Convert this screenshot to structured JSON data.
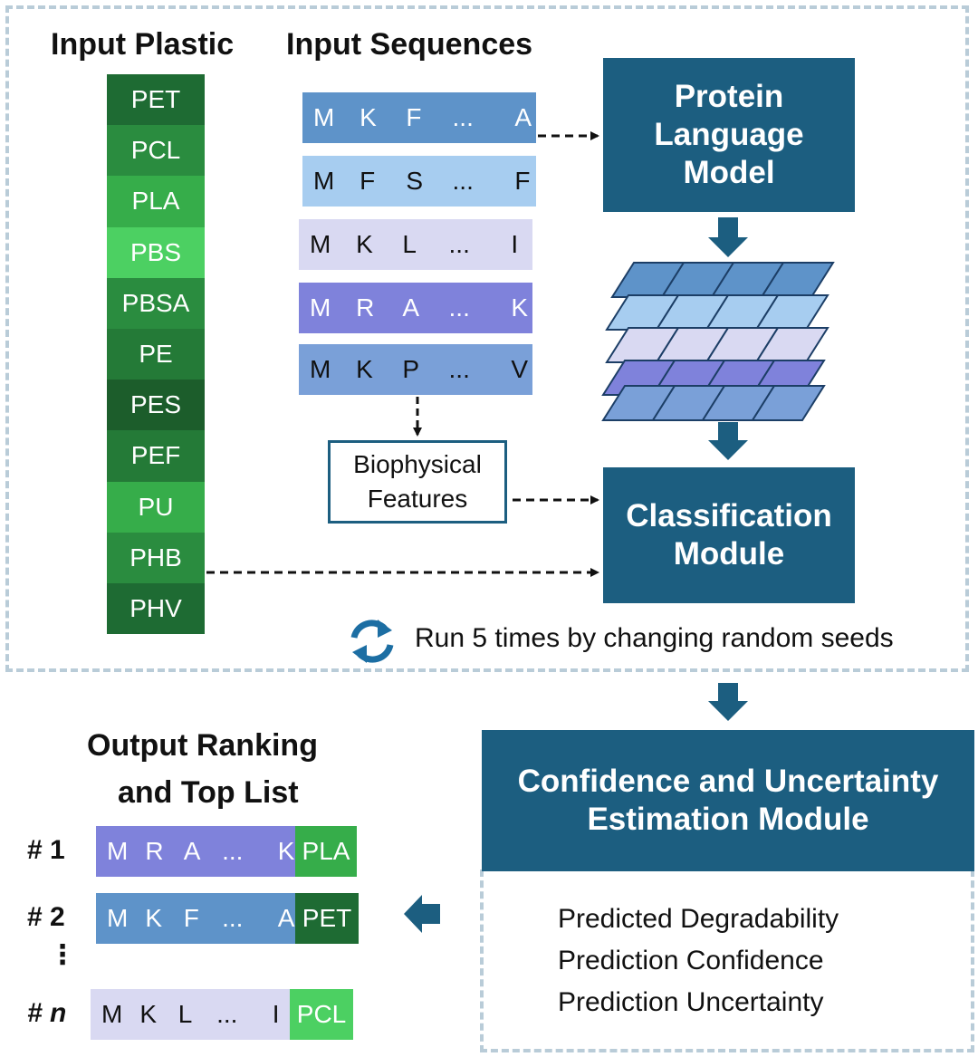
{
  "headings": {
    "input_plastic": "Input Plastic",
    "input_sequences": "Input Sequences",
    "output_ranking_line1": "Output Ranking",
    "output_ranking_line2": "and Top List"
  },
  "plastics": [
    {
      "label": "PET",
      "color": "#1e6b33"
    },
    {
      "label": "PCL",
      "color": "#2a8c3f"
    },
    {
      "label": "PLA",
      "color": "#36ad4a"
    },
    {
      "label": "PBS",
      "color": "#4cd062"
    },
    {
      "label": "PBSA",
      "color": "#2a8c3f"
    },
    {
      "label": "PE",
      "color": "#247a37"
    },
    {
      "label": "PES",
      "color": "#1c5d2b"
    },
    {
      "label": "PEF",
      "color": "#247a37"
    },
    {
      "label": "PU",
      "color": "#36ad4a"
    },
    {
      "label": "PHB",
      "color": "#2a8c3f"
    },
    {
      "label": "PHV",
      "color": "#1e6b33"
    }
  ],
  "sequences": [
    {
      "tokens": [
        "M",
        "K",
        "F",
        "...",
        "A"
      ],
      "color": "#5e93c9",
      "text_color": "#ffffff"
    },
    {
      "tokens": [
        "M",
        "F",
        "S",
        "...",
        "F"
      ],
      "color": "#a7cdf0",
      "text_color": "#111111"
    },
    {
      "tokens": [
        "M",
        "K",
        "L",
        "...",
        "I"
      ],
      "color": "#d9d9f2",
      "text_color": "#111111"
    },
    {
      "tokens": [
        "M",
        "R",
        "A",
        "...",
        "K"
      ],
      "color": "#7f82db",
      "text_color": "#ffffff"
    },
    {
      "tokens": [
        "M",
        "K",
        "P",
        "...",
        "V"
      ],
      "color": "#7aa0d8",
      "text_color": "#111111"
    }
  ],
  "modules": {
    "plm_line1": "Protein",
    "plm_line2": "Language",
    "plm_line3": "Model",
    "classification_line1": "Classification",
    "classification_line2": "Module",
    "confidence_line1": "Confidence and Uncertainty",
    "confidence_line2": "Estimation Module",
    "biophysical_line1": "Biophysical",
    "biophysical_line2": "Features"
  },
  "run_note": "Run 5 times by changing random seeds",
  "outputs": [
    "Predicted Degradability",
    "Prediction Confidence",
    "Prediction Uncertainty"
  ],
  "ranking": [
    {
      "rank": "# 1",
      "tokens": [
        "M",
        "R",
        "A",
        "...",
        "K"
      ],
      "seq_color": "#7f82db",
      "text_color": "#ffffff",
      "plastic": "PLA",
      "plastic_color": "#36ad4a"
    },
    {
      "rank": "# 2",
      "tokens": [
        "M",
        "K",
        "F",
        "...",
        "A"
      ],
      "seq_color": "#5e93c9",
      "text_color": "#ffffff",
      "plastic": "PET",
      "plastic_color": "#1e6b33"
    },
    {
      "rank": "# n",
      "tokens": [
        "M",
        "K",
        "L",
        "...",
        "I"
      ],
      "seq_color": "#d9d9f2",
      "text_color": "#111111",
      "plastic": "PCL",
      "plastic_color": "#4cd062"
    }
  ],
  "colors": {
    "module": "#1c5e80",
    "frame": "#b9ccd8",
    "embedding_layers": [
      "#5e93c9",
      "#a7cdf0",
      "#d9d9f2",
      "#7f82db",
      "#7aa0d8"
    ]
  }
}
